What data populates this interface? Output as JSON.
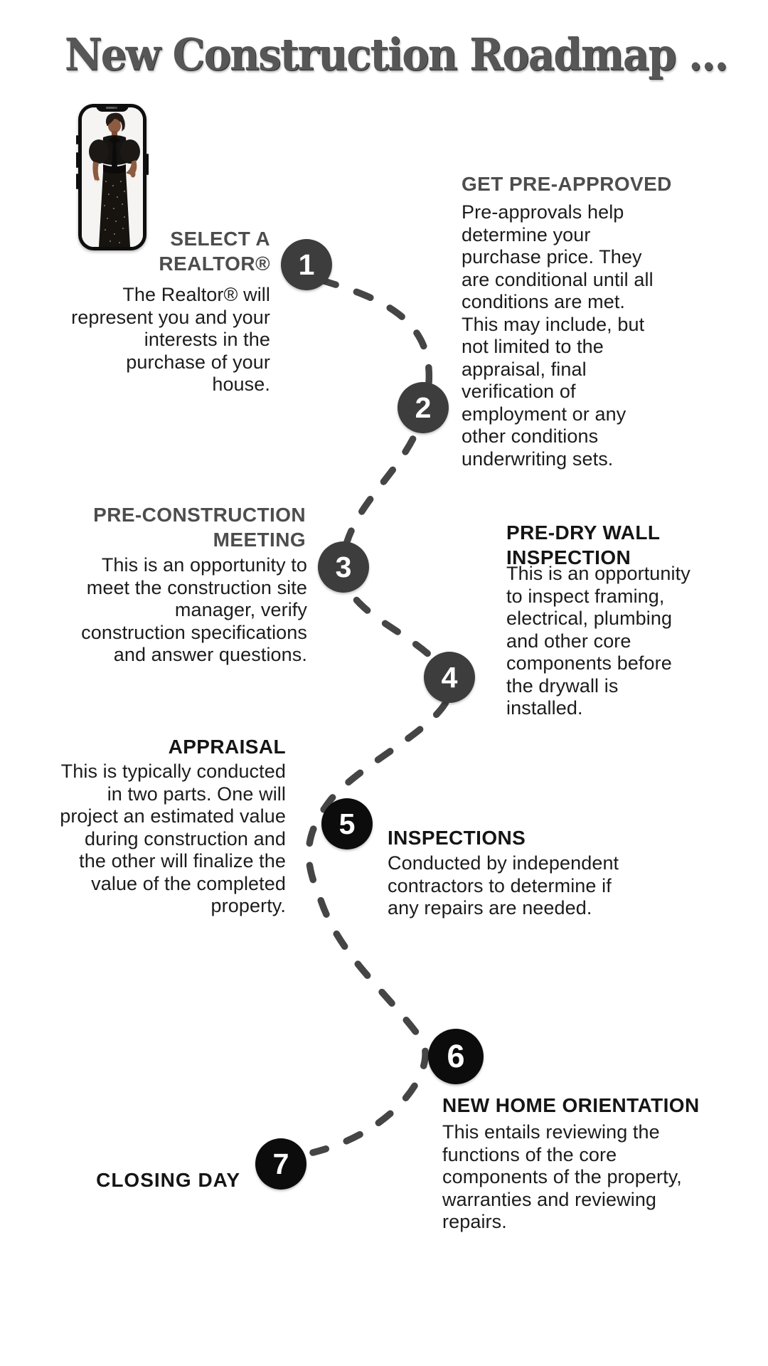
{
  "title": {
    "text": "New Construction Roadmap ...",
    "color": "#575757"
  },
  "colors": {
    "background": "#ffffff",
    "marker_gray": "#3d3d3d",
    "marker_black": "#0c0c0c",
    "heading_gray": "#4d4d4d",
    "heading_dark": "#151515",
    "body_text": "#1c1c1c",
    "dashed_path": "#454545"
  },
  "phone": {
    "description": "smartphone mockup showing photo of realtor in black outfit"
  },
  "markers": [
    {
      "label": "1"
    },
    {
      "label": "2"
    },
    {
      "label": "3"
    },
    {
      "label": "4"
    },
    {
      "label": "5"
    },
    {
      "label": "6"
    },
    {
      "label": "7"
    }
  ],
  "blocks": [
    {
      "heading": "SELECT A\nREALTOR®",
      "body": "The Realtor® will\nrepresent you and your\ninterests in the\npurchase of your\nhouse."
    },
    {
      "heading": "GET PRE-APPROVED",
      "body": "Pre-approvals help\ndetermine your\npurchase price. They\nare conditional until all\nconditions are met.\nThis may include, but\nnot limited to the\nappraisal, final\nverification of\nemployment or any\nother conditions\nunderwriting sets."
    },
    {
      "heading": "PRE-CONSTRUCTION\nMEETING",
      "body": "This is an opportunity to\nmeet the construction site\nmanager, verify\nconstruction specifications\nand answer questions."
    },
    {
      "heading": "PRE-DRY WALL\nINSPECTION",
      "body": "This is an opportunity\nto inspect framing,\nelectrical, plumbing\nand other core\ncomponents before\nthe drywall is\ninstalled."
    },
    {
      "heading": "APPRAISAL",
      "body": "This is typically conducted\nin two parts. One will\nproject an estimated value\nduring construction and\nthe other will finalize the\nvalue of the completed\nproperty."
    },
    {
      "heading": "INSPECTIONS",
      "body": "Conducted by independent\ncontractors to determine if\nany repairs are needed."
    },
    {
      "heading": "NEW HOME ORIENTATION",
      "body": "This entails reviewing the\nfunctions of the core\ncomponents of the property,\nwarranties and reviewing\nrepairs."
    },
    {
      "heading": "CLOSING DAY",
      "body": ""
    }
  ]
}
